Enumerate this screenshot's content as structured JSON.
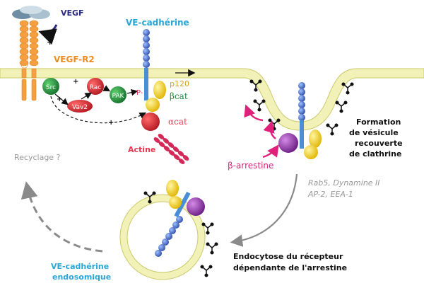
{
  "labels": {
    "vegf": "VEGF",
    "plus_top": "+",
    "vegfr2": "VEGF-R2",
    "src": "Src",
    "rac": "Rac",
    "pak": "PAK",
    "vav2": "Vav2",
    "plus_rac": "+",
    "plus_vav": "+",
    "plus_bottom": "+",
    "ve_cadherine": "VE-cadhérine",
    "p_minus": "P-",
    "p120": "p120",
    "beta_cat": "βcat",
    "alpha_cat": "αcat",
    "actine": "Actine",
    "recyclage": "Recyclage ?",
    "formation_line1": "Formation",
    "formation_line2": "de vésicule",
    "formation_line3": "recouverte",
    "formation_line4": "de clathrine",
    "beta_arrestine": "β-arrestine",
    "proteins_line1": "Rab5, Dynamine II",
    "proteins_line2": "AP-2, EEA-1",
    "endocytose_line1": "Endocytose du récepteur",
    "endocytose_line2": "dépendante de l'arrestine",
    "endosome_line1": "VE-cadhérine",
    "endosome_line2": "endosomique"
  },
  "colors": {
    "membrane": "#f2f2b8",
    "membrane_edge": "#c9c96a",
    "receptor": "#f5a040",
    "vegf_label": "#2a2a80",
    "vegfr2_label": "#f08a1e",
    "ve_label": "#2aa6d6",
    "green": "#1e8a3a",
    "red": "#e8374e",
    "dark_red": "#b41822",
    "chain": "#4a6ec0",
    "yellow": "#f2d23a",
    "purple": "#8b3aa0",
    "magenta": "#e0207a",
    "grey_text": "#999999",
    "grey_arrow": "#8a8a8a",
    "black": "#111111"
  }
}
